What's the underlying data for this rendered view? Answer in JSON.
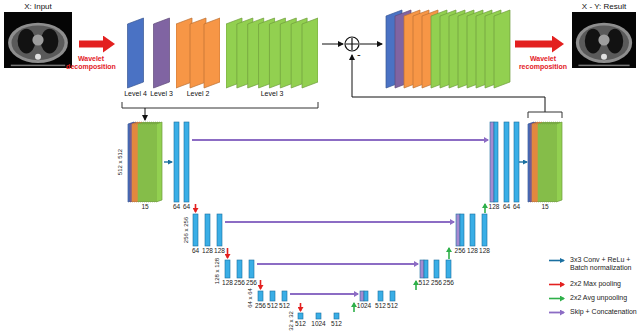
{
  "diagram": {
    "nodes": [
      {
        "text": [
          "X: Input"
        ]
      },
      {
        "text": [
          "Level 4"
        ]
      },
      {
        "text": [
          "Level 3"
        ]
      },
      {
        "text": [
          "Level 2"
        ]
      },
      {
        "text": [
          "Level 3"
        ]
      },
      {
        "text": [
          "X - Y: Result"
        ]
      }
    ],
    "edges": [
      {
        "from": 0,
        "to": 1,
        "arrow": "to",
        "label": "Wavelet decomposition"
      }
    ],
    "labels": [
      "-",
      "Wavelet recomposition",
      "512 x 512",
      "15",
      "64",
      "64",
      "128",
      "64",
      "64",
      "15",
      "256 x 256",
      "64",
      "128",
      "128",
      "256",
      "128",
      "128",
      "128 x 128",
      "128",
      "256",
      "256",
      "512",
      "256",
      "256",
      "64 x 64",
      "256",
      "512",
      "512",
      "1024",
      "512",
      "512",
      "32 x 32",
      "512",
      "1024",
      "512"
    ],
    "legend": [
      {
        "text": "3x3 Conv + ReLu + Batch normalization"
      },
      {
        "text": "2x2 Max pooling"
      },
      {
        "text": "2x2 Avg unpooling"
      },
      {
        "text": "Skip + Concatenation"
      }
    ]
  }
}
